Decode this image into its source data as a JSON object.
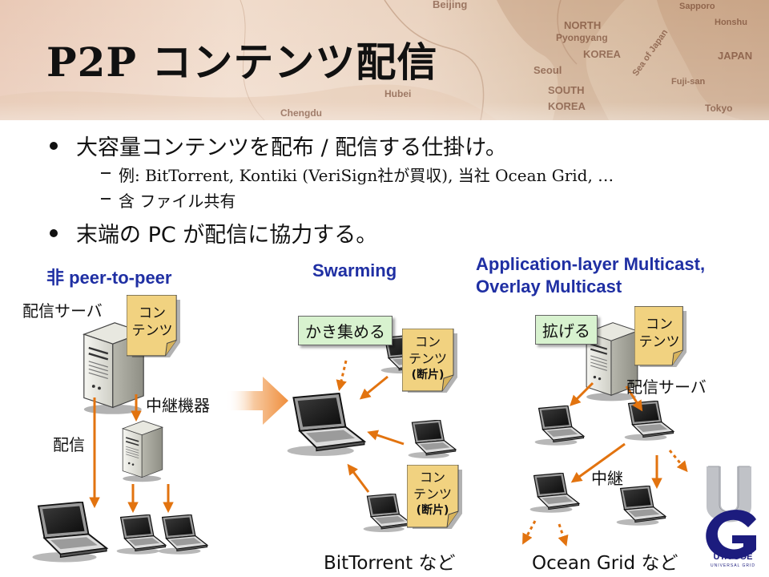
{
  "slide": {
    "title": "P2P コンテンツ配信",
    "header_map_labels": [
      "Beijing",
      "NORTH",
      "Pyongyang",
      "KOREA",
      "Seoul",
      "SOUTH",
      "KOREA",
      "Sea of Japan",
      "JAPAN",
      "Sapporo",
      "Honshu",
      "Fuji-san",
      "Tokyo",
      "Chengdu",
      "Hubei"
    ]
  },
  "bullets": [
    {
      "level": 1,
      "text": "大容量コンテンツを配布 / 配信する仕掛け。"
    },
    {
      "level": 2,
      "text": "例: BitTorrent, Kontiki (VeriSign社が買収), 当社 Ocean Grid, …"
    },
    {
      "level": 2,
      "text": "含 ファイル共有"
    },
    {
      "level": 1,
      "text": "末端の PC が配信に協力する。"
    }
  ],
  "sections": {
    "non_p2p": "非 peer-to-peer",
    "swarming": "Swarming",
    "alm_line1": "Application-layer Multicast,",
    "alm_line2": "Overlay Multicast"
  },
  "labels": {
    "server_left": "配信サーバ",
    "relay_device": "中継機器",
    "distribution": "配信",
    "server_right": "配信サーバ",
    "relay": "中継"
  },
  "notes": {
    "content_line1": "コン",
    "content_line2": "テンツ",
    "fragment": "(断片)"
  },
  "tags": {
    "gather": "かき集める",
    "spread": "拡げる"
  },
  "footers": {
    "bittorrent": "BitTorrent など",
    "oceangrid": "Ocean Grid など"
  },
  "logo": {
    "letters": "UG",
    "text": "UTA GOE",
    "subtext": "UNIVERSAL GRID"
  }
}
